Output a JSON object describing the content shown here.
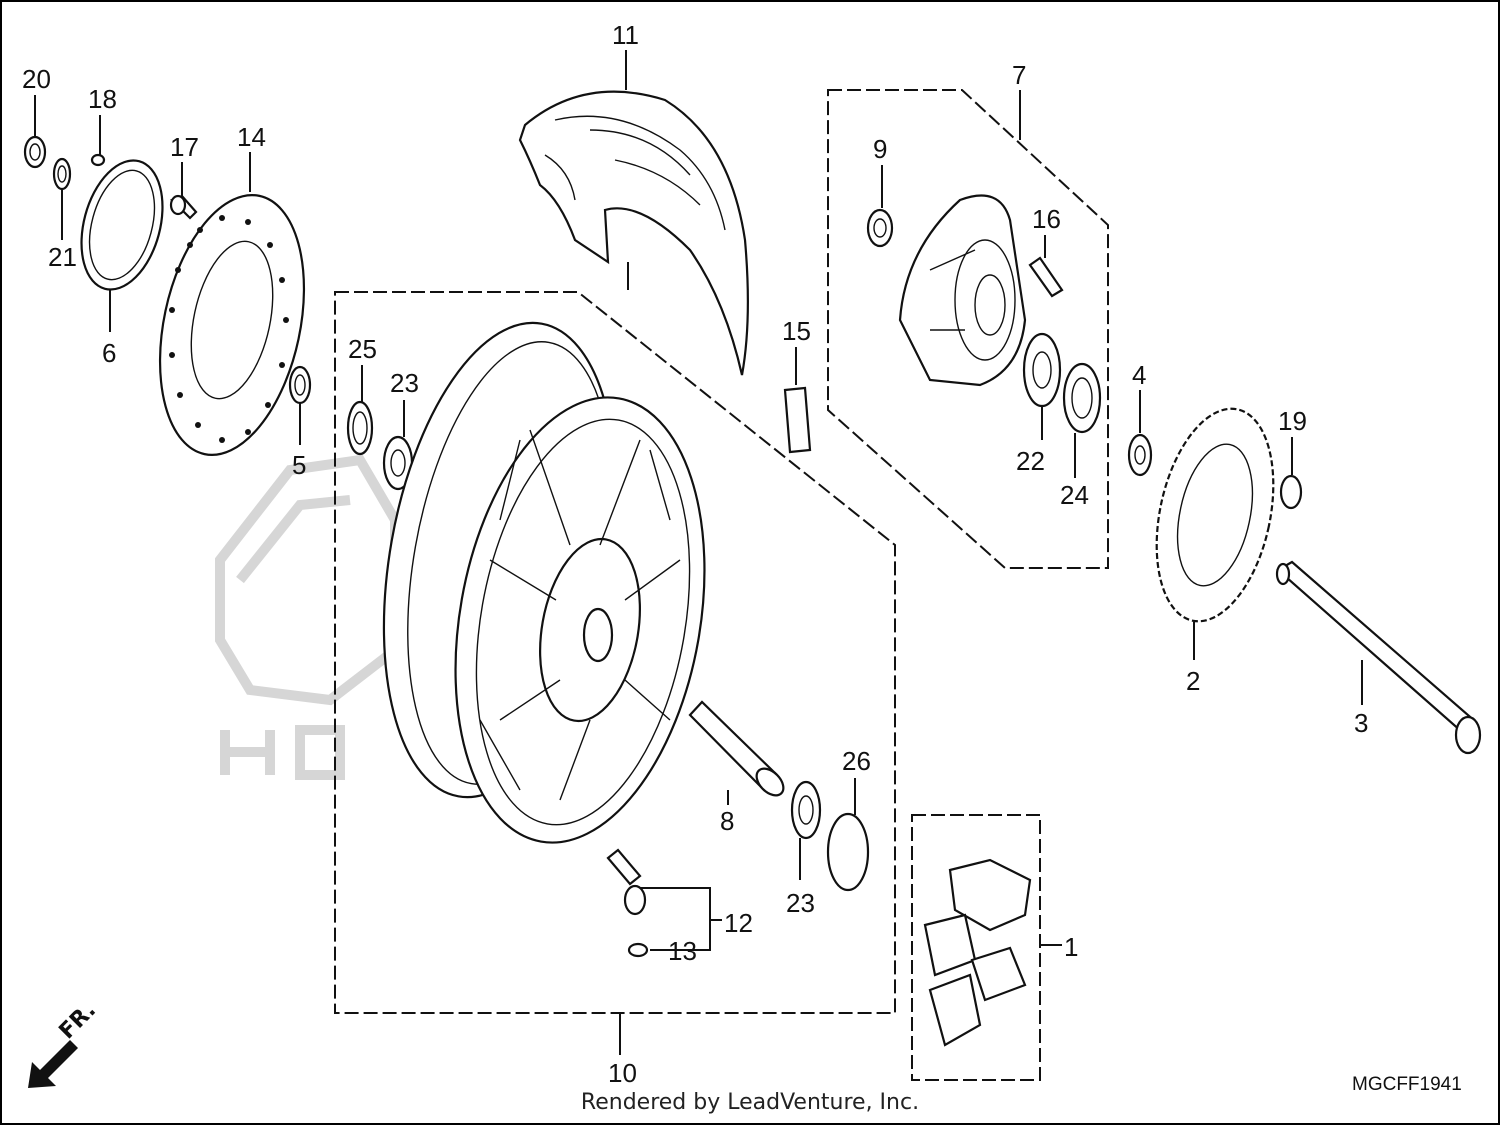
{
  "diagram": {
    "callouts": [
      "1",
      "2",
      "3",
      "4",
      "5",
      "6",
      "7",
      "8",
      "9",
      "10",
      "11",
      "12",
      "13",
      "14",
      "15",
      "16",
      "17",
      "18",
      "19",
      "20",
      "21",
      "22",
      "23",
      "23",
      "24",
      "25",
      "26"
    ],
    "direction_marker": "FR.",
    "diagram_code": "MGCFF1941",
    "credit": "Rendered by LeadVenture, Inc."
  }
}
